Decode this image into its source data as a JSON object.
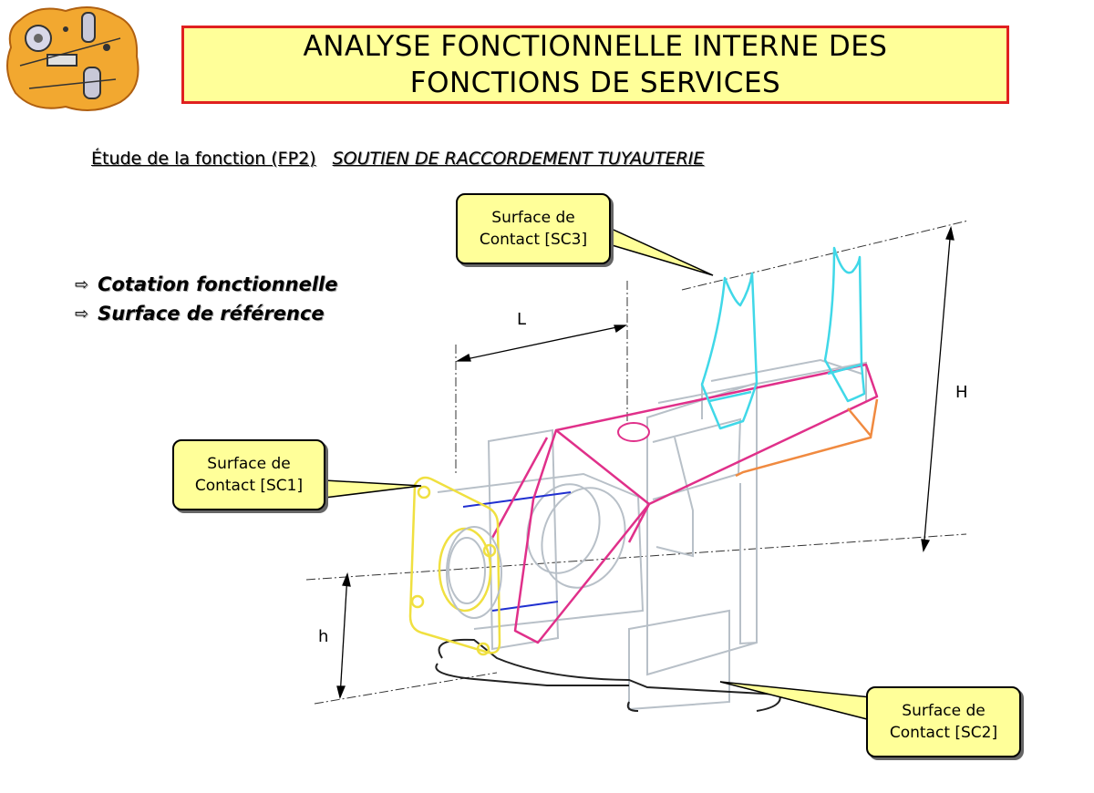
{
  "header": {
    "title_line1": "ANALYSE FONCTIONNELLE INTERNE DES",
    "title_line2": "FONCTIONS DE SERVICES"
  },
  "study": {
    "label": "Étude de la fonction (FP2)",
    "function_name": "SOUTIEN DE RACCORDEMENT TUYAUTERIE"
  },
  "bullets": [
    {
      "icon": "hollow-arrow-icon",
      "text": "Cotation fonctionnelle"
    },
    {
      "icon": "hollow-arrow-icon",
      "text": "Surface de référence"
    }
  ],
  "callouts": {
    "sc3": {
      "line1": "Surface de",
      "line2": "Contact [SC3]"
    },
    "sc1": {
      "line1": "Surface de",
      "line2": "Contact [SC1]"
    },
    "sc2": {
      "line1": "Surface de",
      "line2": "Contact [SC2]"
    }
  },
  "dimensions": {
    "L": "L",
    "H": "H",
    "h": "h"
  },
  "colors": {
    "title_fill": "#ffff99",
    "title_border": "#e02020",
    "sc1_yellow": "#f0e040",
    "sc3_cyan": "#40d8e8",
    "magenta": "#e0308a",
    "orange": "#f08a40",
    "blue": "#2030d0",
    "grey": "#b8c0c8"
  },
  "logo": {
    "icon": "mechanical-parts-logo-icon"
  }
}
